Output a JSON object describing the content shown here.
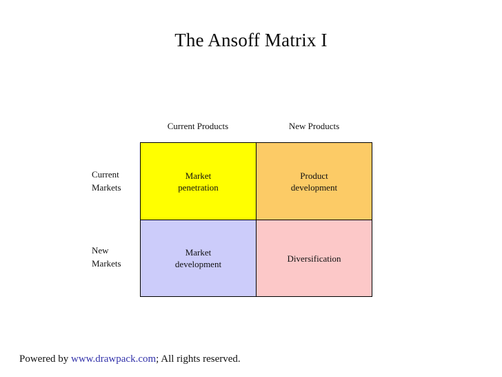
{
  "slide": {
    "title": "The Ansoff Matrix I"
  },
  "matrix": {
    "column_headers": [
      {
        "label": "Current Products"
      },
      {
        "label": "New Products"
      }
    ],
    "row_headers": [
      {
        "line1": "Current",
        "line2": "Markets"
      },
      {
        "line1": "New",
        "line2": "Markets"
      }
    ],
    "cells": [
      {
        "id": "market-penetration",
        "line1": "Market",
        "line2": "penetration",
        "color": "#FFFF00"
      },
      {
        "id": "product-development",
        "line1": "Product",
        "line2": "development",
        "color": "#FCCB66"
      },
      {
        "id": "market-development",
        "line1": "Market",
        "line2": "development",
        "color": "#CCCCFA"
      },
      {
        "id": "diversification",
        "line1": "Diversification",
        "line2": "",
        "color": "#FCC8C8"
      }
    ],
    "border_color": "#000000"
  },
  "footer": {
    "prefix": "Powered by ",
    "link": "www.drawpack.com",
    "suffix": "; All rights reserved.",
    "link_color": "#3333AA"
  }
}
